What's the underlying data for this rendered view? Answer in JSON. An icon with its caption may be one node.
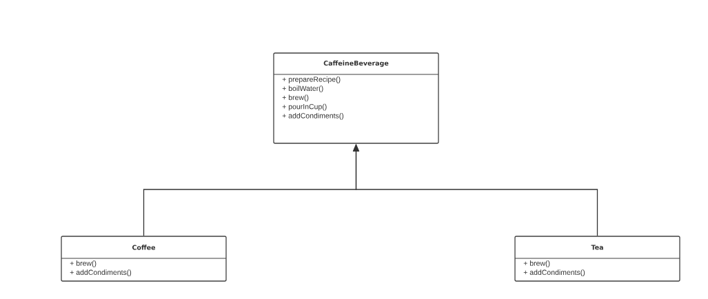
{
  "diagram": {
    "nodes": [
      {
        "text": [
          "CaffeineBeverage",
          "+ prepareRecipe()",
          "+ boilWater()",
          "+ brew()",
          "+ pourInCup()",
          "+ addCondiments()"
        ]
      },
      {
        "text": [
          "Coffee",
          "+ brew()",
          "+ addCondiments()"
        ]
      },
      {
        "text": [
          "Tea",
          "+ brew()",
          "+ addCondiments()"
        ]
      }
    ],
    "edges": [
      {
        "from": 1,
        "to": 0,
        "arrow": "to"
      },
      {
        "from": 2,
        "to": 0,
        "arrow": "to"
      }
    ]
  }
}
